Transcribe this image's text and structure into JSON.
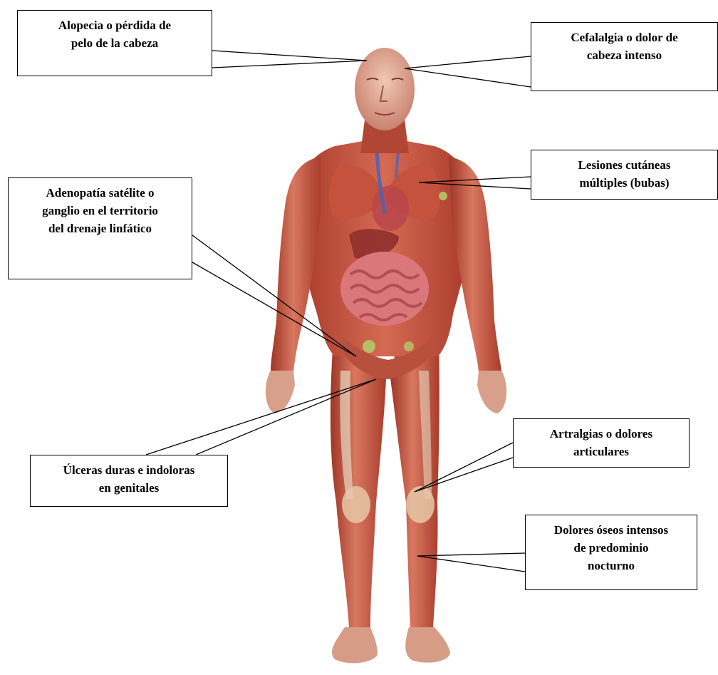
{
  "figure": {
    "callouts": [
      {
        "id": "alopecia",
        "lines": [
          "Alopecia o pérdida de",
          "pelo de la cabeza"
        ]
      },
      {
        "id": "cefalalgia",
        "lines": [
          "Cefalalgia o dolor de",
          "cabeza intenso"
        ]
      },
      {
        "id": "lesiones",
        "lines": [
          "Lesiones cutáneas",
          "múltiples (bubas)"
        ]
      },
      {
        "id": "adenopatia",
        "lines": [
          "Adenopatía satélite o",
          "ganglio en el territorio",
          "del drenaje linfático"
        ]
      },
      {
        "id": "ulceras",
        "lines": [
          "Úlceras duras e indoloras",
          "en genitales"
        ]
      },
      {
        "id": "artralgias",
        "lines": [
          "Artralgias o dolores",
          "articulares"
        ]
      },
      {
        "id": "dolores",
        "lines": [
          "Dolores óseos intensos",
          "de predominio",
          "nocturno"
        ]
      }
    ],
    "illustration": {
      "subject": "anatomical-human-body",
      "colors": {
        "muscle": "#c9543f",
        "muscle_dark": "#9e3526",
        "skin": "#e9b9a0",
        "bone": "#e6d8c0",
        "organ": "#b8464a",
        "intestine": "#d9777a",
        "vessel_blue": "#4b62b8",
        "lymph_green": "#b6c96a",
        "outline": "#000000"
      }
    }
  }
}
